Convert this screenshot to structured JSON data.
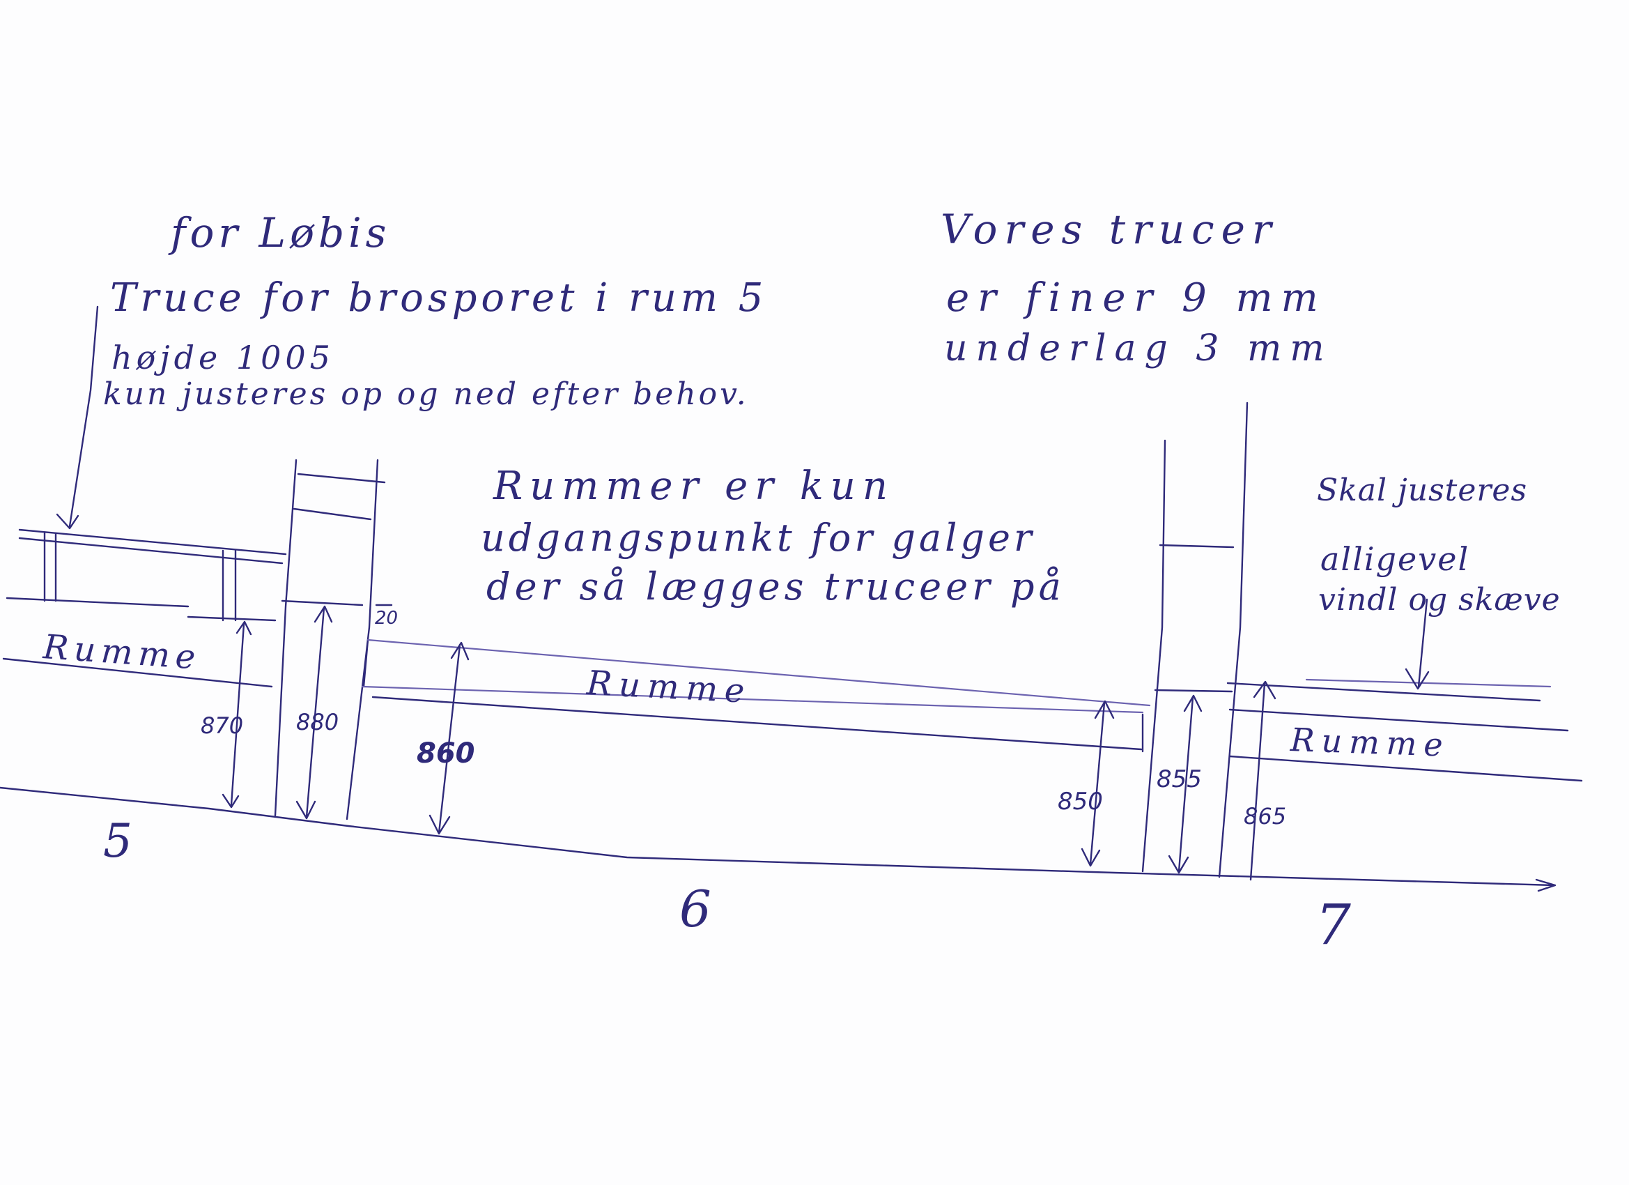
{
  "notes": {
    "lobis": "for Løbis",
    "truce_line1": "Truce for brosporet i rum 5",
    "truce_line2": "højde 1005",
    "truce_line3": "kun justeres op og ned efter behov.",
    "vores_line1": "Vores trucer",
    "vores_line2": "er finer 9 mm",
    "vores_line3": "underlag 3 mm",
    "rummer_line1": "Rummer er kun",
    "rummer_line2": "udgangspunkt for galger",
    "rummer_line3": "der så lægges truceer på",
    "skal_line1": "Skal justeres",
    "skal_line2": "alligevel",
    "skal_line3": "vindl og skæve"
  },
  "labels": {
    "rumme_5": "Rumme",
    "rumme_6": "Rumme",
    "rumme_7": "Rumme",
    "room_5": "5",
    "room_6": "6",
    "room_7": "7"
  },
  "dimensions": {
    "d870": "870",
    "d880": "880",
    "d860": "860",
    "d20": "20",
    "d850": "850",
    "d855": "855",
    "d865": "865"
  },
  "colors": {
    "ink": "#2f2a7a",
    "paper": "#fdfdfe"
  }
}
